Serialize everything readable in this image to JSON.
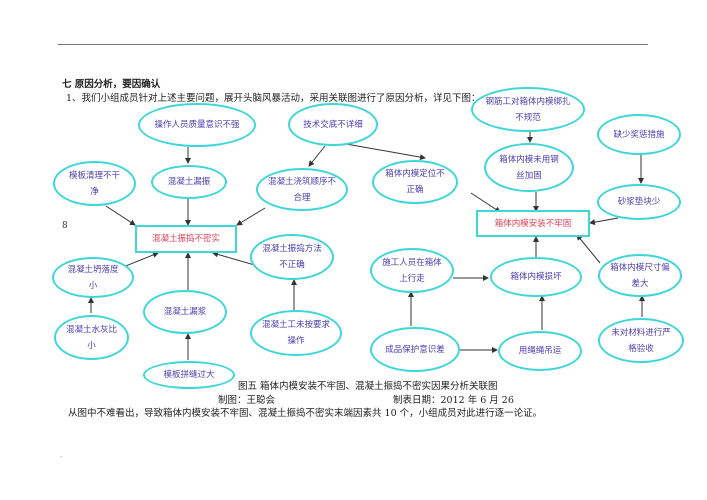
{
  "section_heading": "七  原因分析，要因确认",
  "intro": "1、我们小组成员针对上述主要问题，展开头脑风暴活动，采用关联图进行了原因分析，详见下图：",
  "page_marker": "8",
  "footer_mark": "-",
  "diagram": {
    "problems": {
      "left": "混凝土振捣不密实",
      "right": "箱体内模安装不牢固"
    },
    "nodes": {
      "n1": "操作人员质量意识不强",
      "n2": "技术交底不详细",
      "n3": "模板清理不干净",
      "n4": "混凝土漏振",
      "n5": "混凝土浇筑顺序不合理",
      "n6": "混凝土坍落度小",
      "n7": "混凝土振捣方法不正确",
      "n8": "混凝土漏浆",
      "n9": "混凝土水灰比小",
      "n10": "混凝土工未按要求操作",
      "n11": "模板拼缝过大",
      "n12": "钢筋工对箱体内模绑扎不规范",
      "n13": "缺少奖惩措施",
      "n14": "箱体内模未用钢丝加固",
      "n15": "箱体内模定位不正确",
      "n16": "砂浆垫块少",
      "n17": "施工人员在箱体上行走",
      "n18": "箱体内模损坏",
      "n19": "箱体内模尺寸偏差大",
      "n20": "成品保护意识差",
      "n21": "用绳绳吊运",
      "n22": "未对材料进行严格验收"
    },
    "caption": "图五  箱体内模安装不牢固、混凝土振捣不密实因果分析关联图",
    "maker_label": "制图：王聪会",
    "date_label": "制表日期：2012 年 6 月 26",
    "colors": {
      "ellipse_border": "#3fd6d8",
      "node_text": "#4a3fb0",
      "problem_text": "#e0405a",
      "arrow": "#333333"
    }
  },
  "conclusion": "从图中不难看出，导致箱体内模安装不牢固、混凝土振捣不密实末端因素共 10 个，小组成员对此进行逐一论证。"
}
